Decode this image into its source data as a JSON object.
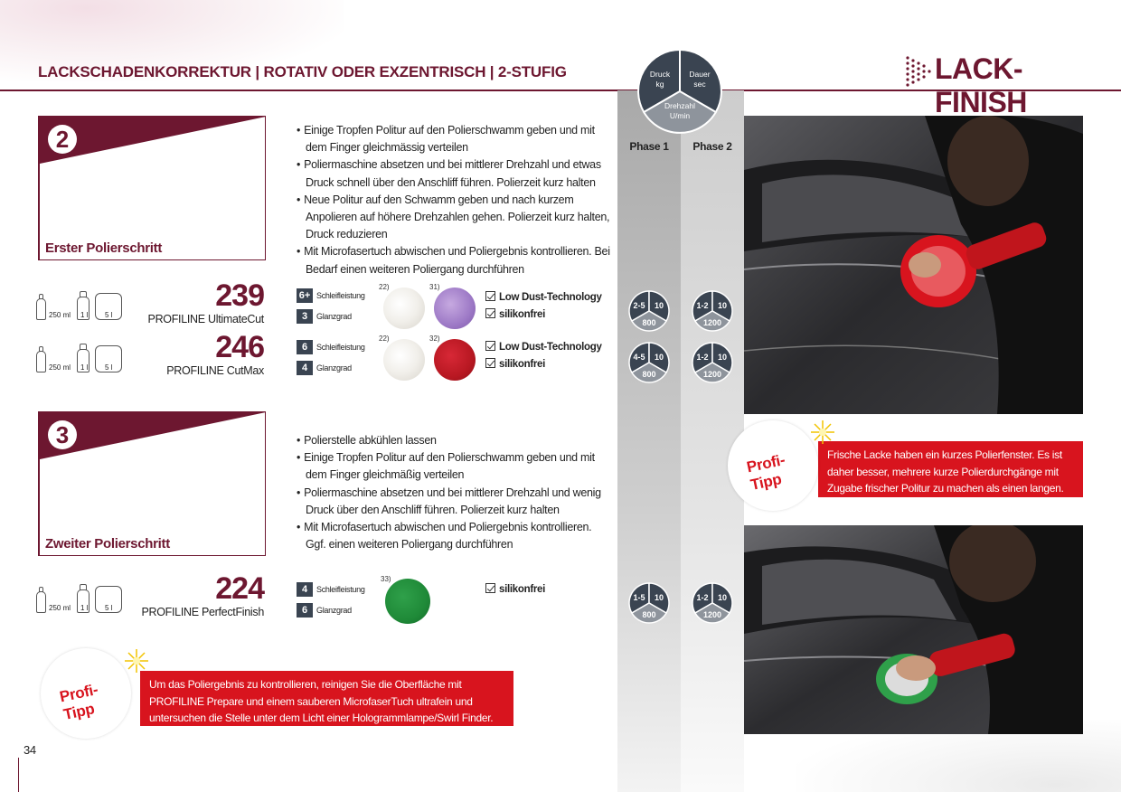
{
  "header": {
    "title": "LACKSCHADENKORREKTUR | ROTATIV ODER EXZENTRISCH | 2-STUFIG",
    "brand": "LACK-FINISH"
  },
  "legend": {
    "pressure": "Druck kg",
    "duration": "Dauer sec",
    "speed": "Drehzahl U/min"
  },
  "phases": {
    "phase1": "Phase 1",
    "phase2": "Phase 2"
  },
  "steps": [
    {
      "number": "2",
      "title": "Erster Polierschritt",
      "bullets": [
        "Einige Tropfen Politur auf den Polierschwamm geben und mit dem Finger gleichmässig verteilen",
        "Poliermaschine absetzen und bei mittlerer Drehzahl und etwas Druck schnell über den Anschliff führen. Polierzeit kurz halten",
        "Neue Politur auf den Schwamm geben und nach kurzem Anpolieren auf höhere Drehzahlen gehen. Polierzeit kurz halten, Druck reduzieren",
        "Mit Microfasertuch abwischen und Poliergebnis kontrollieren. Bei Bedarf einen weiteren Poliergang durchführen"
      ]
    },
    {
      "number": "3",
      "title": "Zweiter Polierschritt",
      "bullets": [
        "Polierstelle abkühlen lassen",
        "Einige Tropfen Politur auf den Polierschwamm geben und mit dem Finger gleichmäßig verteilen",
        "Poliermaschine absetzen und bei mittlerer Drehzahl und wenig Druck über den Anschliff führen. Polierzeit kurz halten",
        "Mit Microfasertuch abwischen und Poliergebnis kontrollieren. Ggf. einen weiteren Poliergang durchführen"
      ]
    }
  ],
  "sizes": {
    "small": "250 ml",
    "medium": "1 l",
    "large": "5 l"
  },
  "rating_labels": {
    "cut": "Schleifleistung",
    "gloss": "Glanzgrad"
  },
  "products": [
    {
      "number": "239",
      "name": "PROFILINE UltimateCut",
      "cut": "6+",
      "gloss": "3",
      "pad_refs": [
        "22)",
        "31)"
      ],
      "features": [
        "Low Dust-Technology",
        "silikonfrei"
      ],
      "phase1": {
        "druck": "2-5",
        "dauer": "10",
        "drehzahl": "800"
      },
      "phase2": {
        "druck": "1-2",
        "dauer": "10",
        "drehzahl": "1200"
      }
    },
    {
      "number": "246",
      "name": "PROFILINE CutMax",
      "cut": "6",
      "gloss": "4",
      "pad_refs": [
        "22)",
        "32)"
      ],
      "features": [
        "Low Dust-Technology",
        "silikonfrei"
      ],
      "phase1": {
        "druck": "4-5",
        "dauer": "10",
        "drehzahl": "800"
      },
      "phase2": {
        "druck": "1-2",
        "dauer": "10",
        "drehzahl": "1200"
      }
    },
    {
      "number": "224",
      "name": "PROFILINE PerfectFinish",
      "cut": "4",
      "gloss": "6",
      "pad_refs": [
        "33)"
      ],
      "features": [
        "silikonfrei"
      ],
      "phase1": {
        "druck": "1-5",
        "dauer": "10",
        "drehzahl": "800"
      },
      "phase2": {
        "druck": "1-2",
        "dauer": "10",
        "drehzahl": "1200"
      }
    }
  ],
  "tips": [
    {
      "badge": "Profi-Tipp",
      "text": "Frische Lacke haben ein kurzes Polierfenster. Es ist daher besser, mehrere kurze Polierdurchgänge mit Zugabe frischer Politur zu machen als einen langen."
    },
    {
      "badge": "Profi-Tipp",
      "text": "Um das Poliergebnis zu kontrollieren, reinigen Sie die Oberfläche mit PROFILINE Prepare und einem sauberen MicrofaserTuch ultrafein und untersuchen die Stelle unter dem Licht einer Hologrammlampe/Swirl Finder."
    }
  ],
  "page_number": "34",
  "colors": {
    "accent": "#6d1730",
    "dial": "#3a4451",
    "tip": "#d8141e"
  }
}
